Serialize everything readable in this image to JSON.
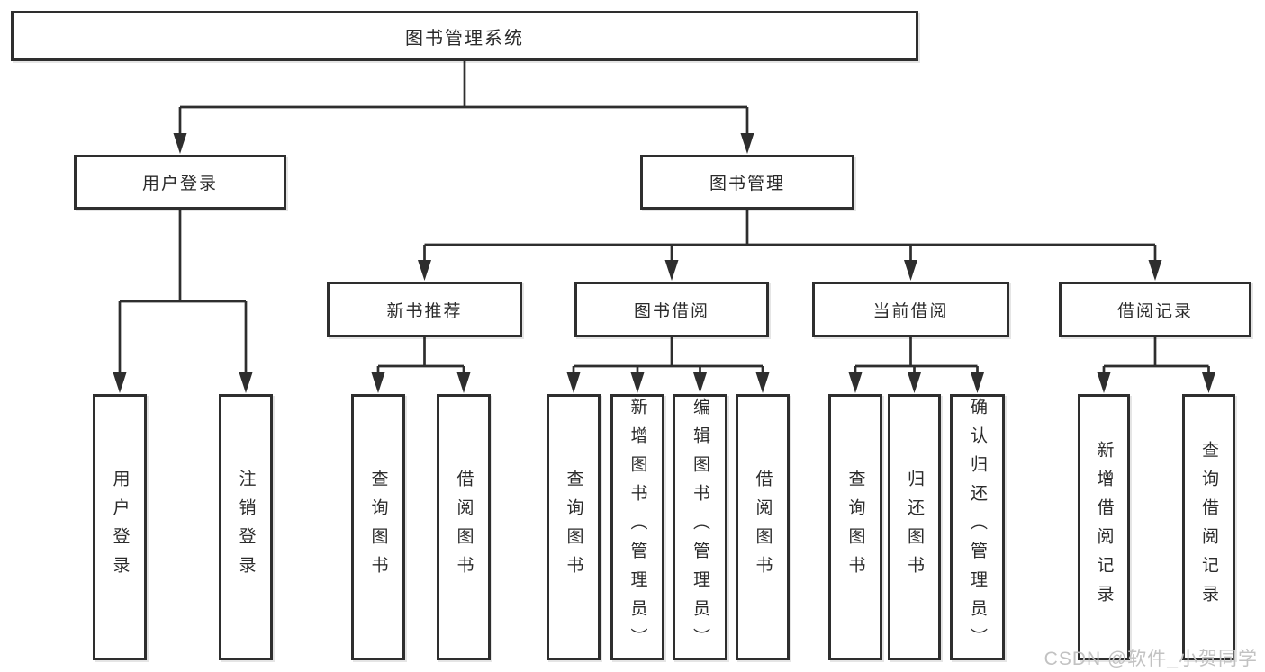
{
  "colors": {
    "line": "#2e2e2e",
    "text": "#2b2b2b",
    "background": "#ffffff",
    "watermark": "#c2c2c2"
  },
  "watermark": "CSDN @软件_小贺同学",
  "tree": {
    "root": {
      "label": "图书管理系统"
    },
    "branches": [
      {
        "label": "用户登录",
        "children": [
          {
            "label": "用户登录"
          },
          {
            "label": "注销登录"
          }
        ]
      },
      {
        "label": "图书管理",
        "groups": [
          {
            "label": "新书推荐",
            "children": [
              {
                "label": "查询图书"
              },
              {
                "label": "借阅图书"
              }
            ]
          },
          {
            "label": "图书借阅",
            "children": [
              {
                "label": "查询图书"
              },
              {
                "label": "新增图书（管理员）"
              },
              {
                "label": "编辑图书（管理员）"
              },
              {
                "label": "借阅图书"
              }
            ]
          },
          {
            "label": "当前借阅",
            "children": [
              {
                "label": "查询图书"
              },
              {
                "label": "归还图书"
              },
              {
                "label": "确认归还（管理员）"
              }
            ]
          },
          {
            "label": "借阅记录",
            "children": [
              {
                "label": "新增借阅记录"
              },
              {
                "label": "查询借阅记录"
              }
            ]
          }
        ]
      }
    ]
  }
}
